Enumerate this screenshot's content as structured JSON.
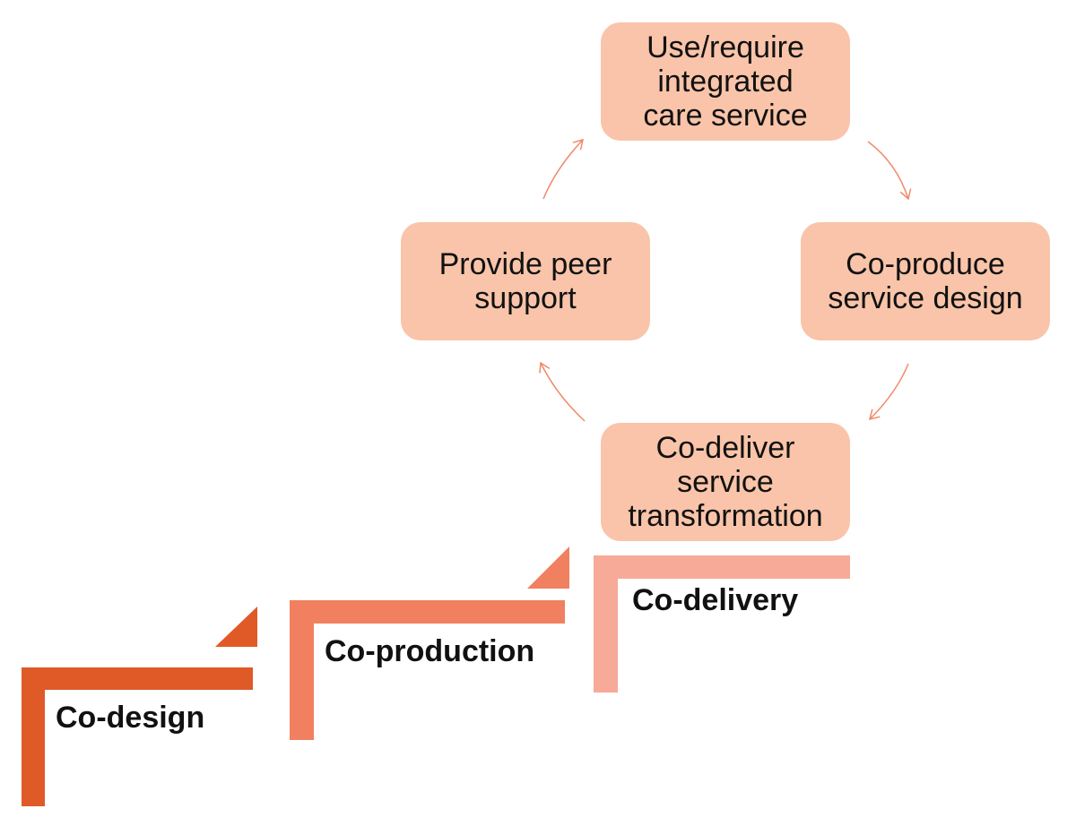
{
  "cycle": {
    "nodes": [
      {
        "id": "use",
        "label": "Use/require\nintegrated\ncare service"
      },
      {
        "id": "coproduce",
        "label": "Co-produce\nservice design"
      },
      {
        "id": "codeliver",
        "label": "Co-deliver\nservice\ntransformation"
      },
      {
        "id": "peer",
        "label": "Provide peer\nsupport"
      }
    ],
    "node_fill": "#f9c4a9",
    "arrow_color": "#f08a6a",
    "direction": "clockwise"
  },
  "stairs": {
    "steps": [
      {
        "label": "Co-design",
        "color": "#e05a28"
      },
      {
        "label": "Co-production",
        "color": "#f08060"
      },
      {
        "label": "Co-delivery",
        "color": "#f7aa98"
      }
    ]
  }
}
